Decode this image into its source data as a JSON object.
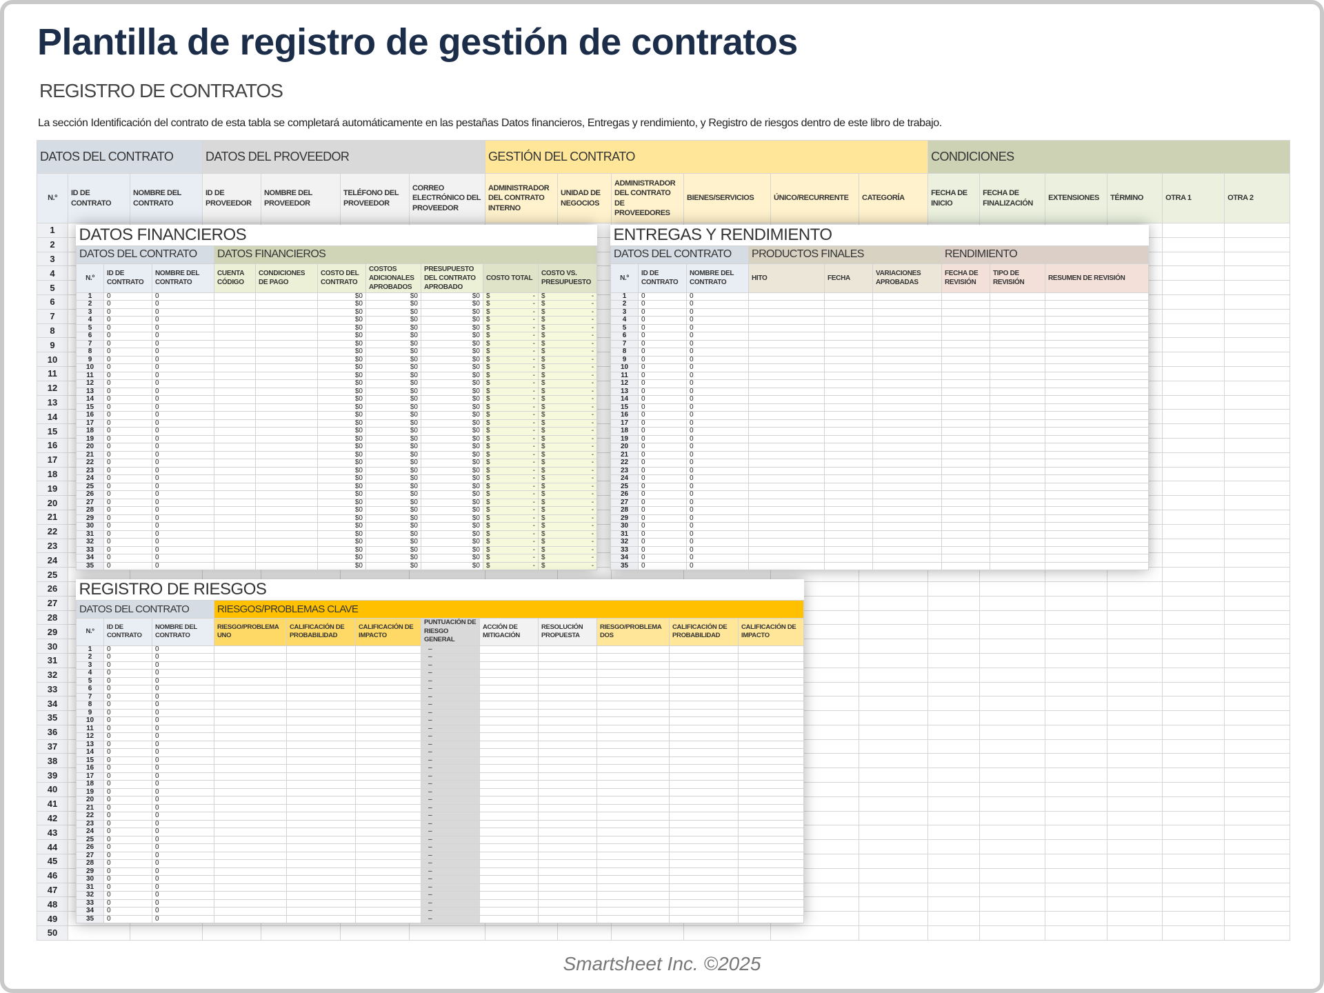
{
  "title": "Plantilla de registro de gestión de contratos",
  "subtitle": "REGISTRO DE CONTRATOS",
  "note": "La sección Identificación del contrato de esta tabla se completará automáticamente en las pestañas Datos financieros, Entregas y rendimiento, y Registro de riesgos dentro de este libro de trabajo.",
  "footer": "Smartsheet Inc. ©2025",
  "main": {
    "row_count": 50,
    "groups": [
      {
        "label": "DATOS DEL CONTRATO",
        "span": 3,
        "color": "#d6dce4"
      },
      {
        "label": "DATOS DEL PROVEEDOR",
        "span": 4,
        "color": "#d9d9d9"
      },
      {
        "label": "GESTIÓN DEL CONTRATO",
        "span": 6,
        "color": "#ffe699"
      },
      {
        "label": "CONDICIONES",
        "span": 6,
        "color": "#cdd2b4"
      }
    ],
    "columns": [
      {
        "label": "N.º",
        "bg": "#e9edf4"
      },
      {
        "label": "ID DE CONTRATO",
        "bg": "#e9edf4"
      },
      {
        "label": "NOMBRE DEL CONTRATO",
        "bg": "#e9edf4"
      },
      {
        "label": "ID DE PROVEEDOR",
        "bg": "#f2f2f2"
      },
      {
        "label": "NOMBRE DEL PROVEEDOR",
        "bg": "#f2f2f2"
      },
      {
        "label": "TELÉFONO DEL PROVEEDOR",
        "bg": "#f2f2f2"
      },
      {
        "label": "CORREO ELECTRÓNICO DEL PROVEEDOR",
        "bg": "#f2f2f2"
      },
      {
        "label": "ADMINISTRADOR DEL CONTRATO INTERNO",
        "bg": "#fff2cc"
      },
      {
        "label": "UNIDAD DE NEGOCIOS",
        "bg": "#fff2cc"
      },
      {
        "label": "ADMINISTRADOR DEL CONTRATO DE PROVEEDORES",
        "bg": "#fff2cc"
      },
      {
        "label": "BIENES/SERVICIOS",
        "bg": "#fff2cc"
      },
      {
        "label": "ÚNICO/RECURRENTE",
        "bg": "#fff2cc"
      },
      {
        "label": "CATEGORÍA",
        "bg": "#fff2cc"
      },
      {
        "label": "FECHA DE INICIO",
        "bg": "#ebf1de"
      },
      {
        "label": "FECHA DE FINALIZACIÓN",
        "bg": "#ebf1de"
      },
      {
        "label": "EXTENSIONES",
        "bg": "#ebf1de"
      },
      {
        "label": "TÉRMINO",
        "bg": "#ebf1de"
      },
      {
        "label": "OTRA 1",
        "bg": "#ebf1de"
      },
      {
        "label": "OTRA 2",
        "bg": "#ebf1de"
      }
    ]
  },
  "financial": {
    "title": "DATOS FINANCIEROS",
    "row_count": 35,
    "groups": [
      {
        "label": "DATOS DEL CONTRATO",
        "span": 3,
        "color": "#d6dce4"
      },
      {
        "label": "DATOS FINANCIEROS",
        "span": 7,
        "color": "#d1d5b8"
      }
    ],
    "columns": [
      {
        "label": "N.º",
        "bg": "#e9edf4"
      },
      {
        "label": "ID DE CONTRATO",
        "bg": "#e9edf4",
        "value": "0"
      },
      {
        "label": "NOMBRE DEL CONTRATO",
        "bg": "#e9edf4",
        "value": "0"
      },
      {
        "label": "CUENTA CÓDIGO",
        "bg": "#ebf0d6"
      },
      {
        "label": "CONDICIONES DE PAGO",
        "bg": "#ebf0d6"
      },
      {
        "label": "COSTO DEL CONTRATO",
        "bg": "#ebf0d6",
        "value": "$0",
        "align": "r"
      },
      {
        "label": "COSTOS ADICIONALES APROBADOS",
        "bg": "#ebf0d6",
        "value": "$0",
        "align": "r"
      },
      {
        "label": "PRESUPUESTO DEL CONTRATO APROBADO",
        "bg": "#ebf0d6",
        "value": "$0",
        "align": "r"
      },
      {
        "label": "COSTO TOTAL",
        "bg": "#dfe3c8",
        "value": [
          "$",
          "-"
        ],
        "cell_bg": "#f6f9dc"
      },
      {
        "label": "COSTO VS. PRESUPUESTO",
        "bg": "#dfe3c8",
        "value": [
          "$",
          "-"
        ],
        "cell_bg": "#f6f9dc"
      }
    ]
  },
  "deliveries": {
    "title": "ENTREGAS Y RENDIMIENTO",
    "row_count": 35,
    "groups": [
      {
        "label": "DATOS DEL CONTRATO",
        "span": 3,
        "color": "#d6dce4"
      },
      {
        "label": "PRODUCTOS FINALES",
        "span": 3,
        "color": "#d8d2c2"
      },
      {
        "label": "RENDIMIENTO",
        "span": 3,
        "color": "#dbcfc8"
      }
    ],
    "columns": [
      {
        "label": "N.º",
        "bg": "#e9edf4"
      },
      {
        "label": "ID DE CONTRATO",
        "bg": "#e9edf4",
        "value": "0"
      },
      {
        "label": "NOMBRE DEL CONTRATO",
        "bg": "#e9edf4",
        "value": "0"
      },
      {
        "label": "HITO",
        "bg": "#ebe6d8"
      },
      {
        "label": "FECHA",
        "bg": "#ebe6d8"
      },
      {
        "label": "VARIACIONES APROBADAS",
        "bg": "#ebe6d8"
      },
      {
        "label": "FECHA DE REVISIÓN",
        "bg": "#f2e0d9"
      },
      {
        "label": "TIPO DE REVISIÓN",
        "bg": "#f2e0d9"
      },
      {
        "label": "RESUMEN DE REVISIÓN",
        "bg": "#f2e0d9"
      }
    ]
  },
  "risks": {
    "title": "REGISTRO DE RIESGOS",
    "row_count": 35,
    "groups": [
      {
        "label": "DATOS DEL CONTRATO",
        "span": 3,
        "color": "#d6dce4"
      },
      {
        "label": "RIESGOS/PROBLEMAS CLAVE",
        "span": 9,
        "color": "#ffc000"
      }
    ],
    "columns": [
      {
        "label": "N.º",
        "bg": "#e9edf4"
      },
      {
        "label": "ID DE CONTRATO",
        "bg": "#e9edf4",
        "value": "0"
      },
      {
        "label": "NOMBRE DEL CONTRATO",
        "bg": "#e9edf4",
        "value": "0"
      },
      {
        "label": "RIESGO/PROBLEMA UNO",
        "bg": "#ffd966"
      },
      {
        "label": "CALIFICACIÓN DE PROBABILIDAD",
        "bg": "#ffd966"
      },
      {
        "label": "CALIFICACIÓN DE IMPACTO",
        "bg": "#ffd966"
      },
      {
        "label": "PUNTUACIÓN DE RIESGO GENERAL",
        "bg": "#d9d9d9",
        "value": "–",
        "cell_bg": "#d9d9d9"
      },
      {
        "label": "ACCIÓN DE MITIGACIÓN",
        "bg": "#f2f2f2"
      },
      {
        "label": "RESOLUCIÓN PROPUESTA",
        "bg": "#f2f2f2"
      },
      {
        "label": "RIESGO/PROBLEMA DOS",
        "bg": "#ffe699"
      },
      {
        "label": "CALIFICACIÓN DE PROBABILIDAD",
        "bg": "#ffe699"
      },
      {
        "label": "CALIFICACIÓN DE IMPACTO",
        "bg": "#ffe699"
      }
    ]
  }
}
